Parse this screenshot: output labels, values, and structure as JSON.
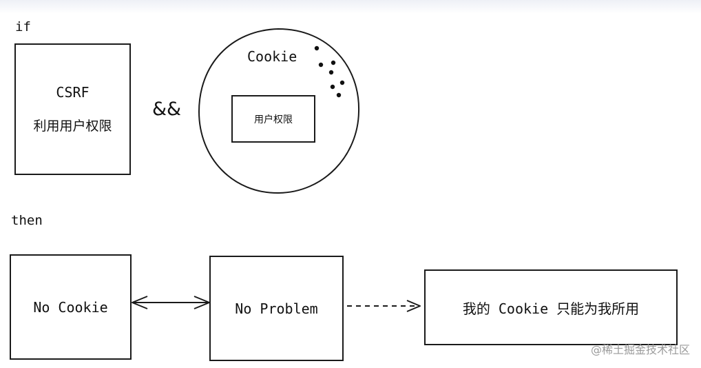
{
  "labels": {
    "if": "if",
    "then": "then",
    "and_operator": "&&"
  },
  "csrf_box": {
    "title": "CSRF",
    "subtitle": "利用用户权限"
  },
  "cookie_circle": {
    "label": "Cookie",
    "inner_box": "用户权限"
  },
  "then_row": {
    "no_cookie": "No Cookie",
    "no_problem": "No Problem",
    "result": "我的 Cookie 只能为我所用"
  },
  "watermark": "@稀土掘金技术社区"
}
